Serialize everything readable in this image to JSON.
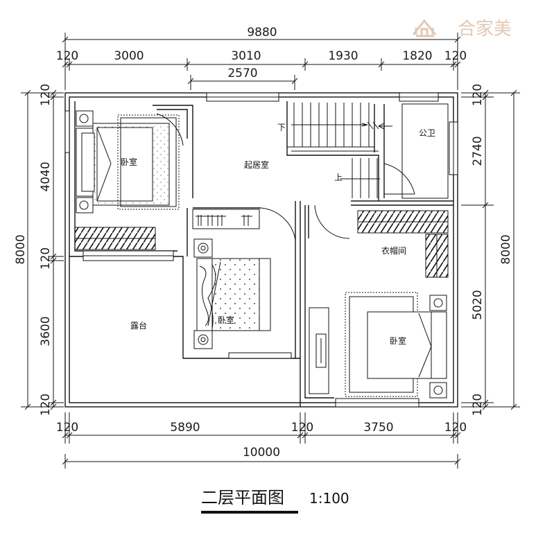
{
  "watermark": {
    "brand": "合家美",
    "color": "#e2c8b4"
  },
  "top_dims": {
    "overall": "9880",
    "segments": [
      "120",
      "3000",
      "3010",
      "1930",
      "1820",
      "120"
    ],
    "inner": "2570"
  },
  "bottom_dims": {
    "segments": [
      "120",
      "5890",
      "120",
      "3750",
      "120"
    ],
    "overall": "10000"
  },
  "left_dims": {
    "overall": "8000",
    "segments": [
      "120",
      "4040",
      "120",
      "3600",
      "120"
    ]
  },
  "right_dims": {
    "overall": "8000",
    "segments": [
      "120",
      "2740",
      "5020",
      "120"
    ]
  },
  "rooms": {
    "bedroom_nw": "卧室",
    "living": "起居室",
    "bathroom": "公卫",
    "stair_down": "下",
    "stair_up": "上",
    "closet": "衣帽间",
    "terrace": "露台",
    "bedroom_mid": "卧室",
    "bedroom_se": "卧室"
  },
  "title": {
    "name": "二层平面图",
    "scale": "1:100"
  }
}
